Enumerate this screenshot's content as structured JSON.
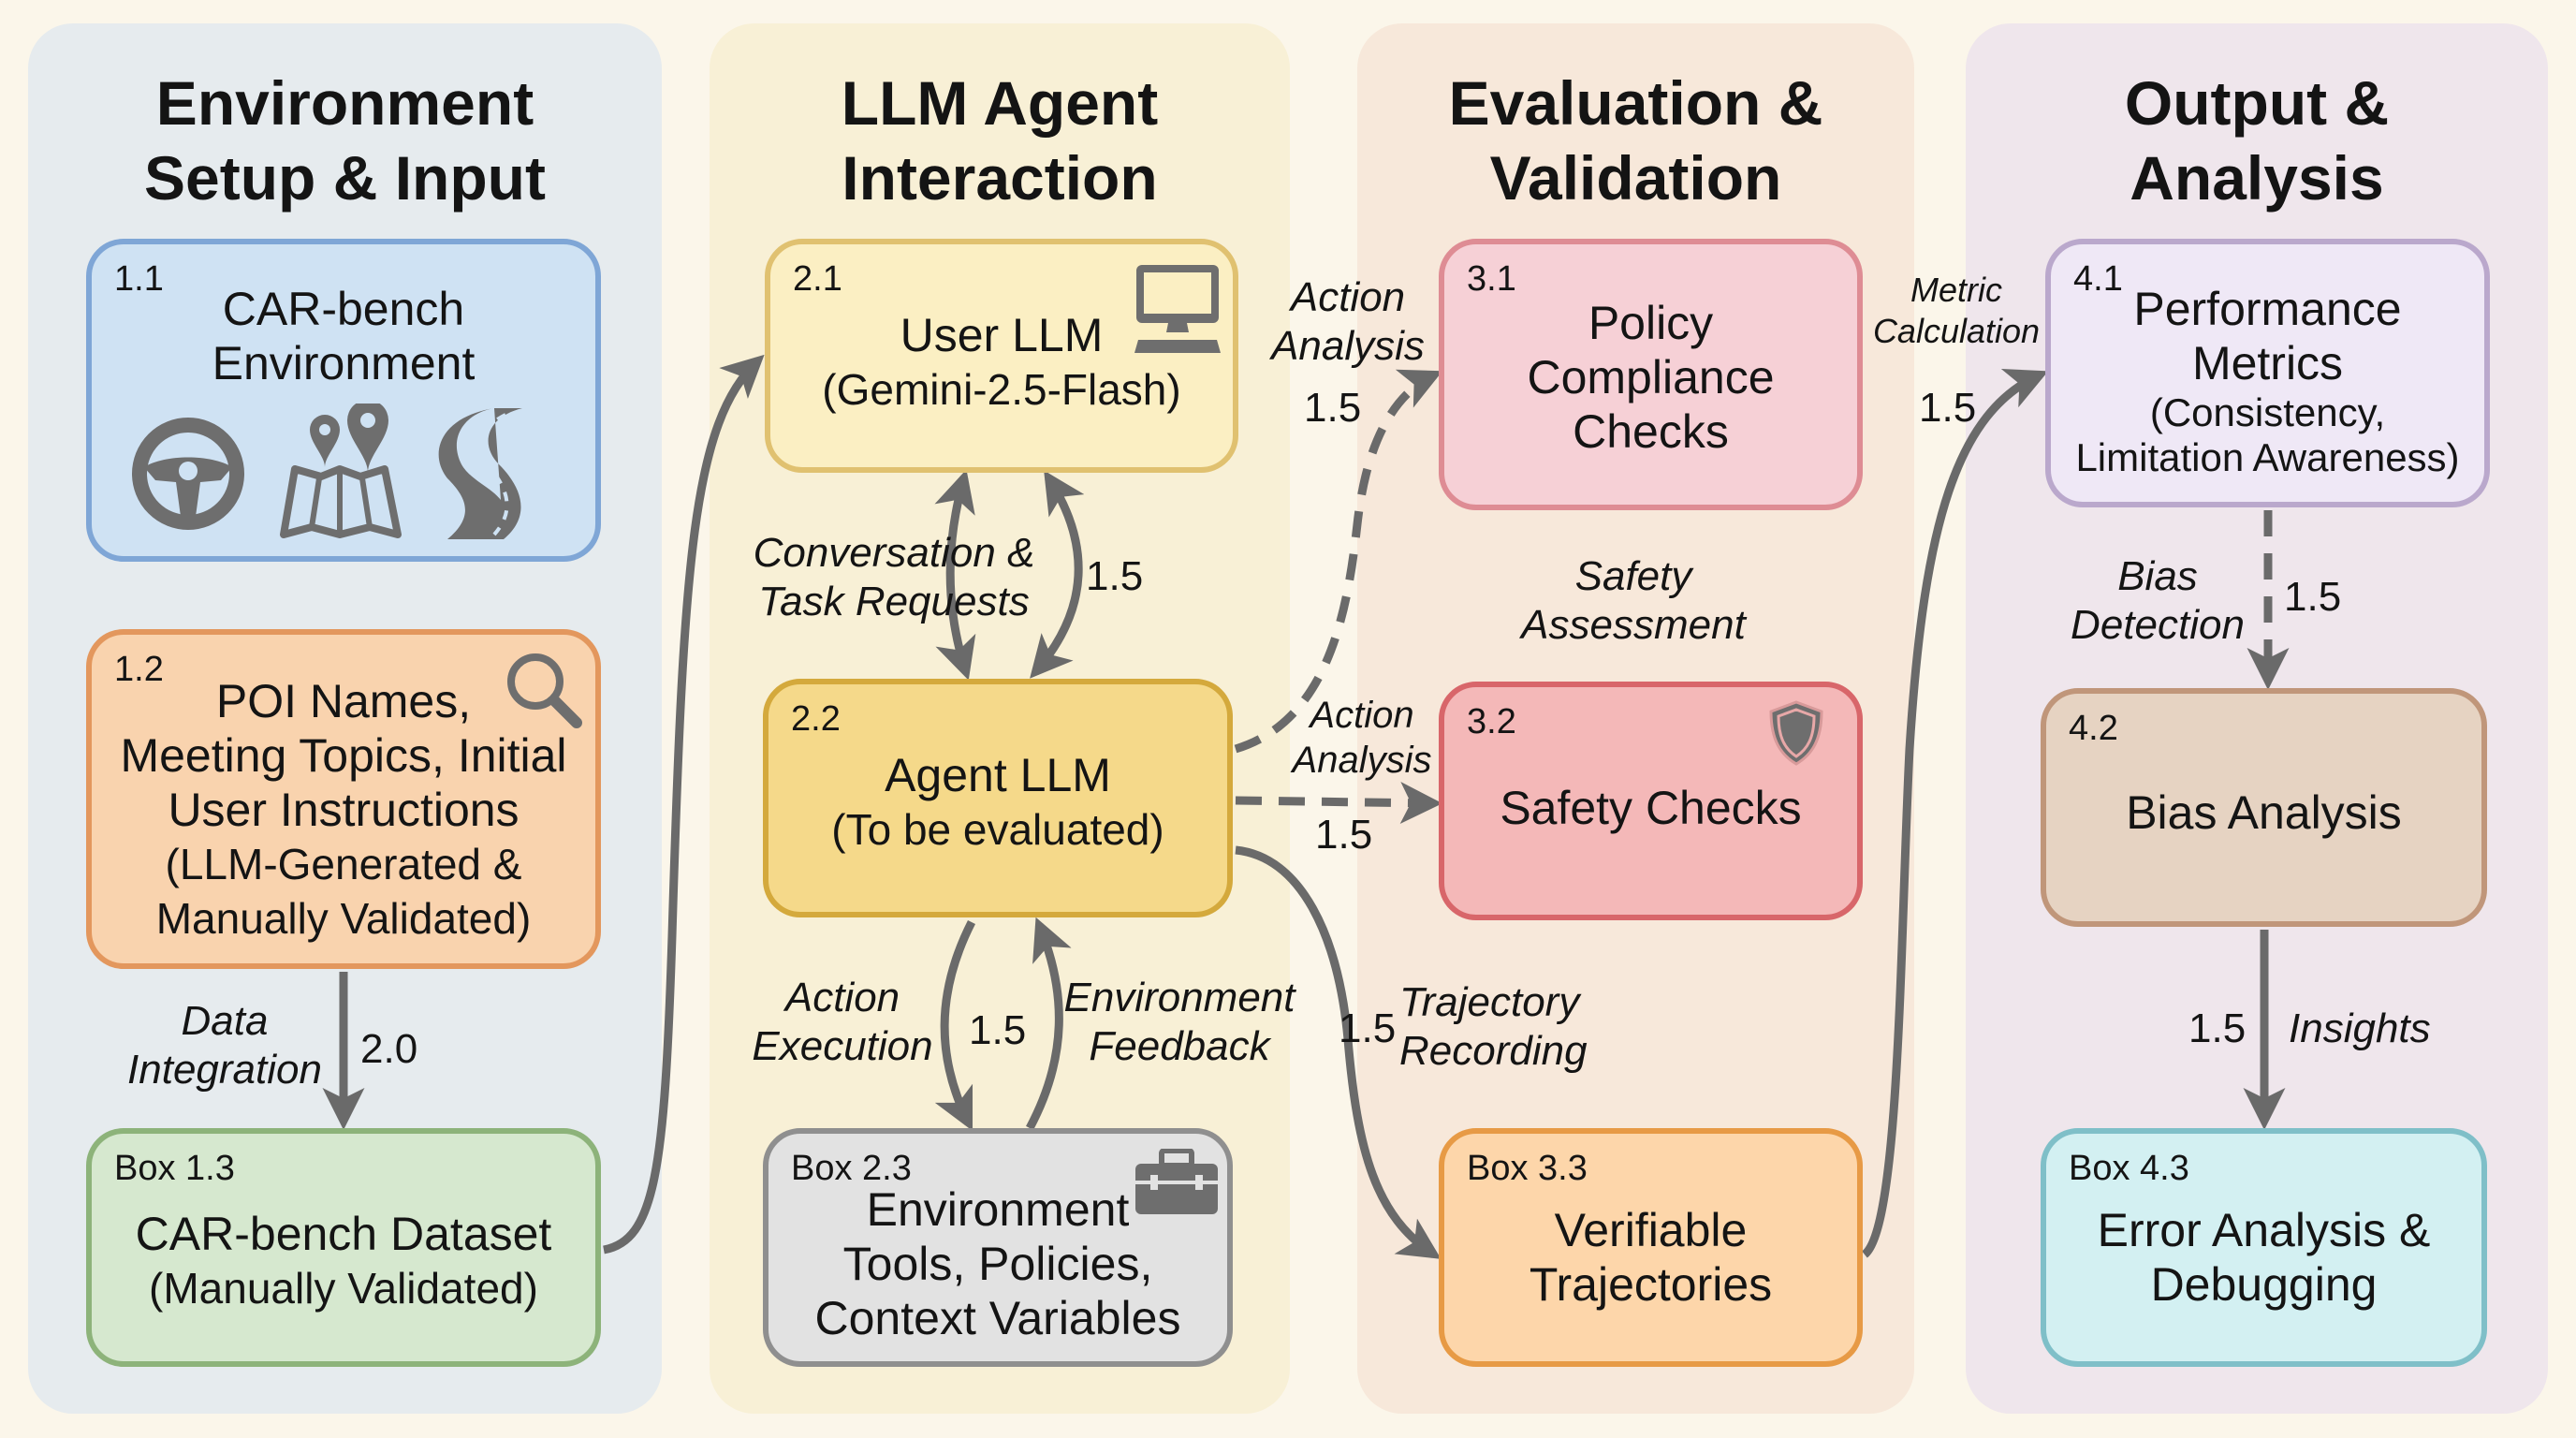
{
  "columns": [
    {
      "title_line1": "Environment",
      "title_line2": "Setup & Input",
      "bg": "#e6ebee"
    },
    {
      "title_line1": "LLM Agent",
      "title_line2": "Interaction",
      "bg": "#f8f0d6"
    },
    {
      "title_line1": "Evaluation &",
      "title_line2": "Validation",
      "bg": "#f7e8da"
    },
    {
      "title_line1": "Output &",
      "title_line2": "Analysis",
      "bg": "#efe6ec"
    }
  ],
  "boxes": {
    "b11": {
      "id": "1.1",
      "lines": [
        "CAR-bench",
        "Environment"
      ],
      "icons": [
        "steering-wheel-icon",
        "map-pins-icon",
        "road-icon"
      ],
      "fill": "#cfe2f3",
      "border": "#7fa6d6"
    },
    "b12": {
      "id": "1.2",
      "lines": [
        "POI Names,",
        "Meeting Topics, Initial",
        "User Instructions",
        "(LLM-Generated &",
        "Manually Validated)"
      ],
      "icon": "magnifier-icon",
      "fill": "#f9d3ae",
      "border": "#e3975d"
    },
    "b13": {
      "id": "Box 1.3",
      "lines": [
        "CAR-bench Dataset",
        "(Manually Validated)"
      ],
      "fill": "#d6e8cf",
      "border": "#8db37a"
    },
    "b21": {
      "id": "2.1",
      "lines": [
        "User LLM",
        "(Gemini-2.5-Flash)"
      ],
      "icon": "computer-icon",
      "fill": "#fbefc3",
      "border": "#e0c170"
    },
    "b22": {
      "id": "2.2",
      "lines": [
        "Agent LLM",
        "(To be evaluated)"
      ],
      "fill": "#f5d98a",
      "border": "#d4a93c"
    },
    "b23": {
      "id": "Box 2.3",
      "lines": [
        "Environment",
        "Tools, Policies,",
        "Context Variables"
      ],
      "icon": "toolbox-icon",
      "fill": "#e2e2e2",
      "border": "#8f8f8f"
    },
    "b31": {
      "id": "3.1",
      "lines": [
        "Policy",
        "Compliance",
        "Checks"
      ],
      "fill": "#f6d0d6",
      "border": "#de8c94"
    },
    "b32": {
      "id": "3.2",
      "lines": [
        "Safety Checks"
      ],
      "icon": "shield-icon",
      "fill": "#f4b8b8",
      "border": "#d8666a"
    },
    "b33": {
      "id": "Box 3.3",
      "lines": [
        "Verifiable",
        "Trajectories"
      ],
      "fill": "#fdd6aa",
      "border": "#e79a45"
    },
    "b41": {
      "id": "4.1",
      "lines": [
        "Performance",
        "Metrics",
        "(Consistency,",
        "Limitation Awareness)"
      ],
      "fill": "#efe8f6",
      "border": "#baa8cc"
    },
    "b42": {
      "id": "4.2",
      "lines": [
        "Bias Analysis"
      ],
      "fill": "#e6d3c2",
      "border": "#c0967a"
    },
    "b43": {
      "id": "Box 4.3",
      "lines": [
        "Error Analysis &",
        "Debugging"
      ],
      "fill": "#d3f0f2",
      "border": "#7fbfc8"
    }
  },
  "edges": [
    {
      "from": "1.2",
      "to": "1.3",
      "label": [
        "Data",
        "Integration"
      ],
      "weight": "2.0",
      "style": "solid"
    },
    {
      "from": "1.3",
      "to": "2.1",
      "label": [],
      "weight": "",
      "style": "solid"
    },
    {
      "from": "2.2",
      "to": "2.1",
      "label": [
        "Conversation &",
        "Task Requests"
      ],
      "weight": "1.5",
      "style": "solid-bidirectional"
    },
    {
      "from": "2.2",
      "to": "2.3",
      "label": [
        "Action",
        "Execution"
      ],
      "weight": "1.5",
      "style": "solid"
    },
    {
      "from": "2.3",
      "to": "2.2",
      "label": [
        "Environment",
        "Feedback"
      ],
      "weight": "",
      "style": "solid"
    },
    {
      "from": "2.2",
      "to": "3.1",
      "label": [
        "Action",
        "Analysis"
      ],
      "weight": "1.5",
      "style": "dashed"
    },
    {
      "from": "2.2",
      "to": "3.2",
      "label": [
        "Action",
        "Analysis"
      ],
      "weight": "1.5",
      "style": "dashed"
    },
    {
      "from": "2.2",
      "to": "3.3",
      "label": [
        "Trajectory",
        "Recording"
      ],
      "weight": "1.5",
      "style": "solid"
    },
    {
      "from": "3.3",
      "to": "4.1",
      "label": [
        "Metric",
        "Calculation"
      ],
      "weight": "1.5",
      "style": "solid"
    },
    {
      "from": "4.1",
      "to": "4.2",
      "label": [
        "Bias",
        "Detection"
      ],
      "weight": "1.5",
      "style": "dashed"
    },
    {
      "from": "4.2",
      "to": "4.3",
      "label": [
        "Insights"
      ],
      "weight": "1.5",
      "style": "solid"
    }
  ],
  "free_labels": {
    "safety_assessment": [
      "Safety",
      "Assessment"
    ]
  },
  "colors": {
    "arrow": "#6a6a6a",
    "text": "#141414",
    "icon": "#6e6e6e"
  }
}
